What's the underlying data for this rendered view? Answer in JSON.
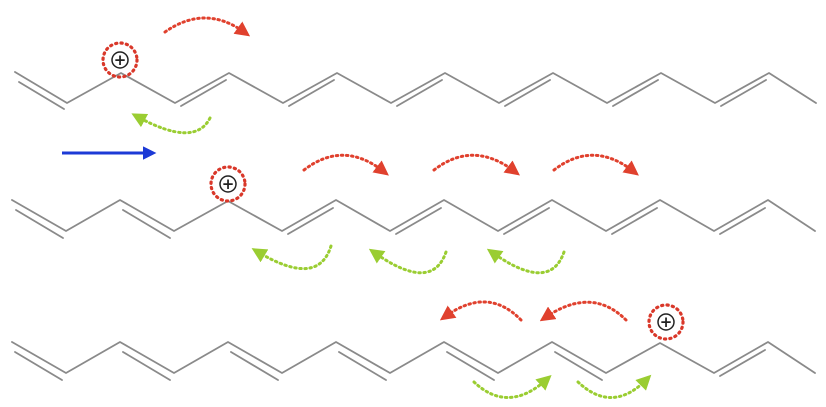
{
  "colors": {
    "background": "#ffffff",
    "bond": "#8a8a8a",
    "charge_ring": "#d9382a",
    "arrow_red": "#e0412e",
    "arrow_green": "#9acd32",
    "reaction_arrow": "#1c3ad6"
  },
  "charge_symbol": "+",
  "icons": {
    "carbocation": "circled-plus-icon",
    "reaction": "arrow-right-icon",
    "electron_push": "curved-dotted-arrow-icon"
  },
  "structures": [
    {
      "name": "resonance-structure-1",
      "charge_carbon": 2,
      "red_arrow_count": 1,
      "green_arrow_count": 1
    },
    {
      "name": "resonance-structure-2",
      "charge_carbon": 4,
      "red_arrow_count": 3,
      "green_arrow_count": 3
    },
    {
      "name": "resonance-structure-3",
      "charge_carbon": 12,
      "red_arrow_count": 2,
      "green_arrow_count": 2
    }
  ]
}
